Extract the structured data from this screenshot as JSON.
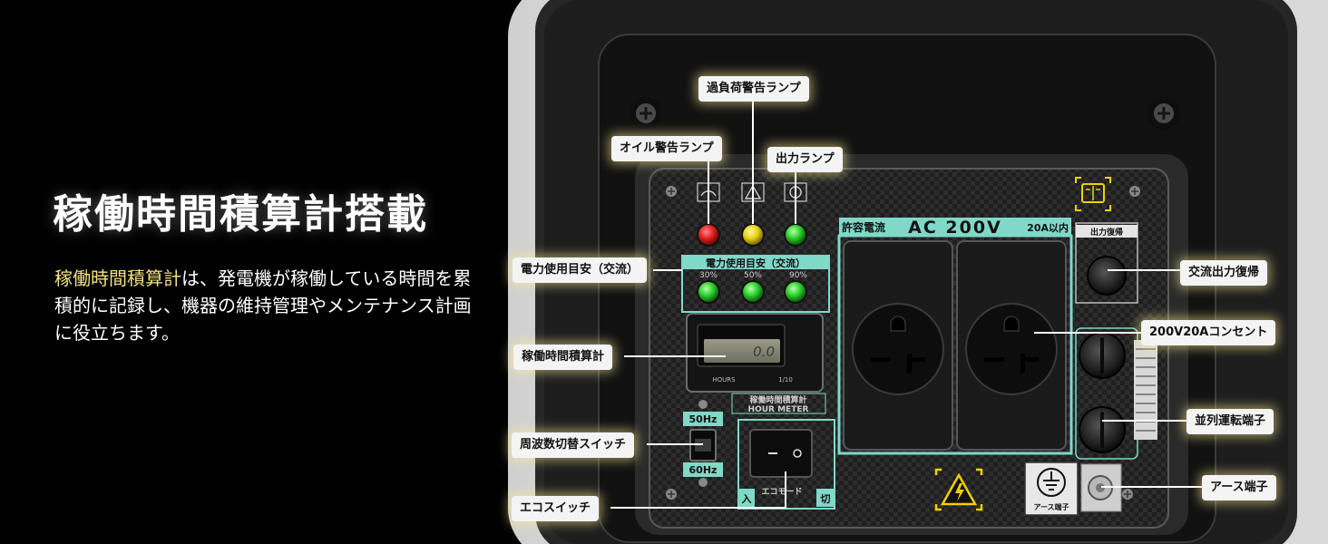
{
  "headline": "稼働時間積算計搭載",
  "description": {
    "highlight": "稼働時間積算計",
    "rest": "は、発電機が稼働している時間を累積的に記録し、機器の維持管理やメンテナンス計画に役立ちます。"
  },
  "callouts": {
    "overload_lamp": "過負荷警告ランプ",
    "oil_lamp": "オイル警告ランプ",
    "output_lamp": "出力ランプ",
    "power_usage": "電力使用目安（交流）",
    "hour_meter": "稼働時間積算計",
    "freq_switch": "周波数切替スイッチ",
    "eco_switch": "エコスイッチ",
    "ac_reset": "交流出力復帰",
    "outlet_200v": "200V20Aコンセント",
    "parallel_terminal": "並列運転端子",
    "earth_terminal": "アース端子"
  },
  "panel": {
    "outlet_header": "AC 200V",
    "outlet_prefix": "許容電流",
    "outlet_suffix": "20A以内",
    "usage_title": "電力使用目安（交流）",
    "usage_30": "30%",
    "usage_50": "50%",
    "usage_90": "90%",
    "meter_display": "0.0",
    "meter_hours": "HOURS",
    "meter_scale": "1/10",
    "meter_label_jp": "稼働時間積算計",
    "meter_label_en": "HOUR METER",
    "freq_50": "50Hz",
    "freq_60": "60Hz",
    "eco_on": "入",
    "eco_off": "切",
    "eco_label": "エコモード",
    "reset_label": "出力復帰",
    "earth_label": "アース端子"
  },
  "colors": {
    "red_lamp": "#e02020",
    "yellow_lamp": "#e8d21a",
    "green_lamp": "#2ad02a",
    "panel_trim": "#7fd8c8",
    "highlight_text": "#f3e27a",
    "warning_yellow": "#f0d000"
  }
}
